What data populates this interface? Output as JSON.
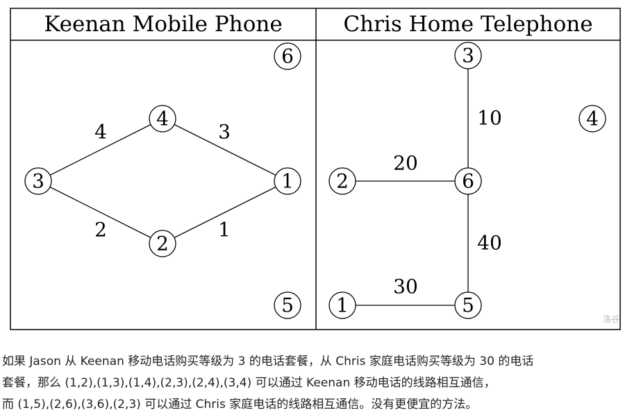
{
  "diagram": {
    "left_panel": {
      "title": "Keenan Mobile Phone",
      "nodes": [
        "6",
        "4",
        "3",
        "1",
        "2",
        "5"
      ],
      "edges": [
        {
          "from": "3",
          "to": "4",
          "label": "4"
        },
        {
          "from": "4",
          "to": "1",
          "label": "3"
        },
        {
          "from": "3",
          "to": "2",
          "label": "2"
        },
        {
          "from": "2",
          "to": "1",
          "label": "1"
        }
      ]
    },
    "right_panel": {
      "title": "Chris Home Telephone",
      "nodes": [
        "3",
        "4",
        "2",
        "6",
        "1",
        "5"
      ],
      "edges": [
        {
          "from": "3",
          "to": "6",
          "label": "10"
        },
        {
          "from": "2",
          "to": "6",
          "label": "20"
        },
        {
          "from": "6",
          "to": "5",
          "label": "40"
        },
        {
          "from": "1",
          "to": "5",
          "label": "30"
        }
      ]
    },
    "watermark": "洛谷"
  },
  "caption": {
    "line1": "如果 Jason 从 Keenan 移动电话购买等级为 3 的电话套餐，从 Chris 家庭电话购买等级为 30 的电话",
    "line2": "套餐，那么 (1,2),(1,3),(1,4),(2,3),(2,4),(3,4) 可以通过 Keenan 移动电话的线路相互通信，",
    "line3": "而 (1,5),(2,6),(3,6),(2,3) 可以通过 Chris 家庭电话的线路相互通信。没有更便宜的方法。"
  }
}
